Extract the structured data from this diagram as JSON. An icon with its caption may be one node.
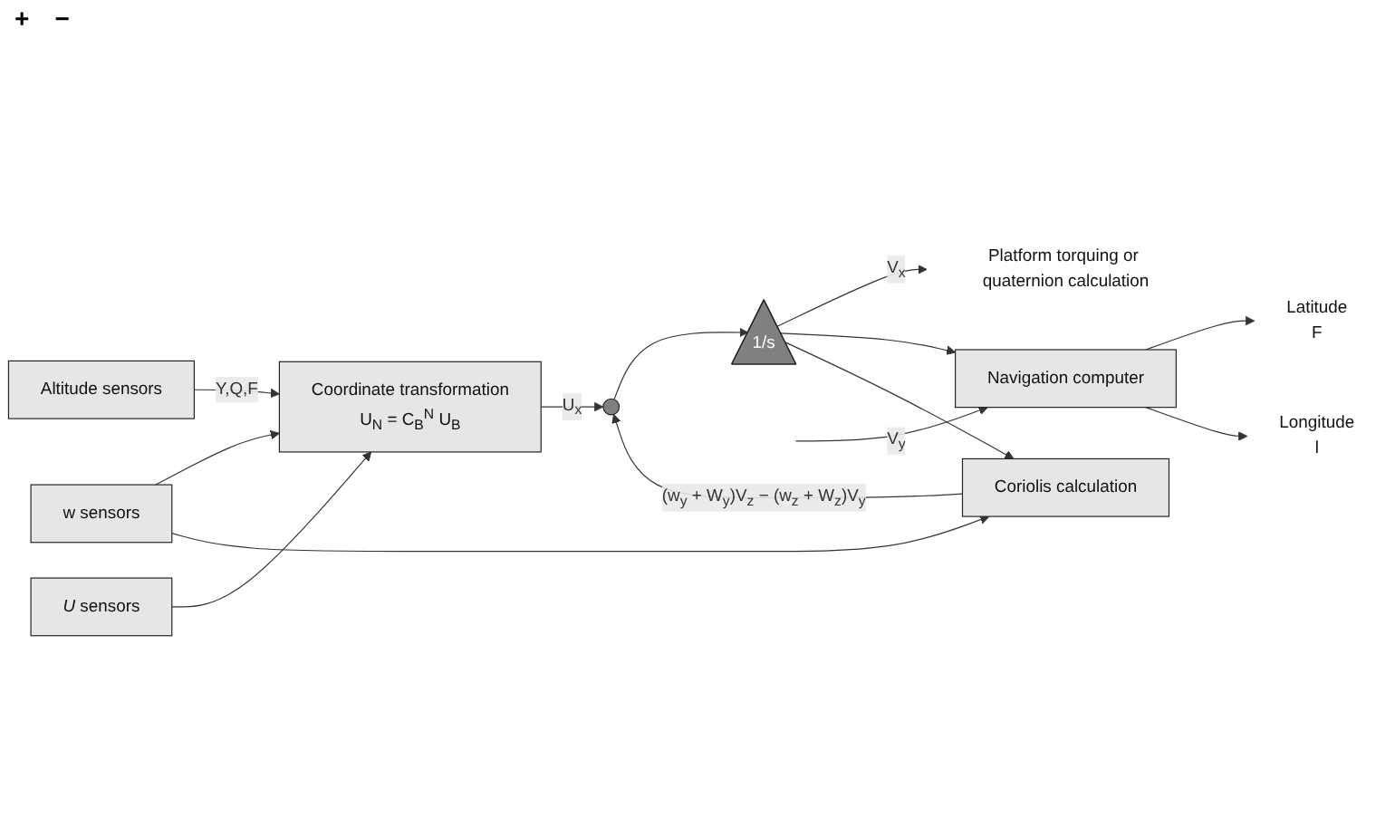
{
  "diagram": {
    "nodes": [
      {
        "text": [
          "Altitude sensors"
        ]
      },
      {
        "text": [
          "*U* sensors"
        ]
      },
      {
        "text": [
          "Coordinate transformation",
          "U$_{N}$ = C$_{B}$$^{N}$ U$_{B}$"
        ]
      },
      {
        "text": [
          "w sensors"
        ]
      },
      {
        "text": [
          "Coriolis calculation"
        ]
      },
      {
        "text": [],
        "shape": "circle"
      },
      {
        "text": [
          "1/s"
        ]
      },
      {
        "text": [
          "Platform torquing or quaternion calculation"
        ]
      },
      {
        "text": [
          "Navigation computer"
        ]
      },
      {
        "text": [
          "Latitude",
          "F"
        ]
      },
      {
        "text": [
          "Longitude",
          "l"
        ]
      }
    ],
    "edges": [
      {
        "from": 0,
        "to": 2,
        "arrow": "to",
        "label": "Y,Q,F"
      },
      {
        "from": 1,
        "to": 2,
        "arrow": "to"
      },
      {
        "from": 3,
        "to": 2,
        "arrow": "to"
      },
      {
        "from": 3,
        "to": 4,
        "arrow": "to"
      },
      {
        "from": 2,
        "to": 5,
        "arrow": "to",
        "label": "U$_{x}$"
      },
      {
        "from": 4,
        "to": 5,
        "arrow": "to",
        "label": "(w$_{y}$ + W$_{y}$)V$_{z}$ − (w$_{z}$ + W$_{z}$)V$_{y}$"
      },
      {
        "from": 5,
        "to": 6,
        "arrow": "to"
      },
      {
        "from": 6,
        "to": 7,
        "arrow": "to",
        "label": "V$_{x}$"
      },
      {
        "from": 6,
        "to": 8,
        "arrow": "to"
      },
      {
        "from": 6,
        "to": 4,
        "arrow": "to"
      },
      {
        "from": null,
        "to": 8,
        "arrow": "to",
        "label": "V$_{y}$"
      },
      {
        "from": 8,
        "to": 9,
        "arrow": "to"
      },
      {
        "from": 8,
        "to": 10,
        "arrow": "to"
      }
    ],
    "labels": [
      "+",
      "−"
    ]
  }
}
